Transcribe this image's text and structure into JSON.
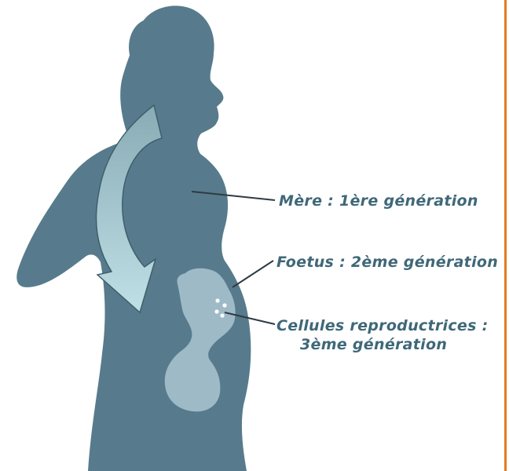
{
  "colors": {
    "background": "#ffffff",
    "silhouette": "#577b8c",
    "fetus": "#9fbac7",
    "arrow_fill_light": "#bfe0e6",
    "arrow_fill_dark": "#89abb5",
    "arrow_stroke": "#3f5f6b",
    "label_text": "#3f6878",
    "leader_line": "#2f3b42",
    "border_accent": "#e37a1e",
    "cell_dots": "#ffffff"
  },
  "labels": {
    "mother": "Mère : 1ère génération",
    "fetus": "Foetus : 2ème génération",
    "germ_cells_line1": "Cellules reproductrices :",
    "germ_cells_line2": "3ème génération"
  },
  "icons": {
    "arrow": "curved-arrow-icon",
    "cells": "germ-cell-dots"
  }
}
